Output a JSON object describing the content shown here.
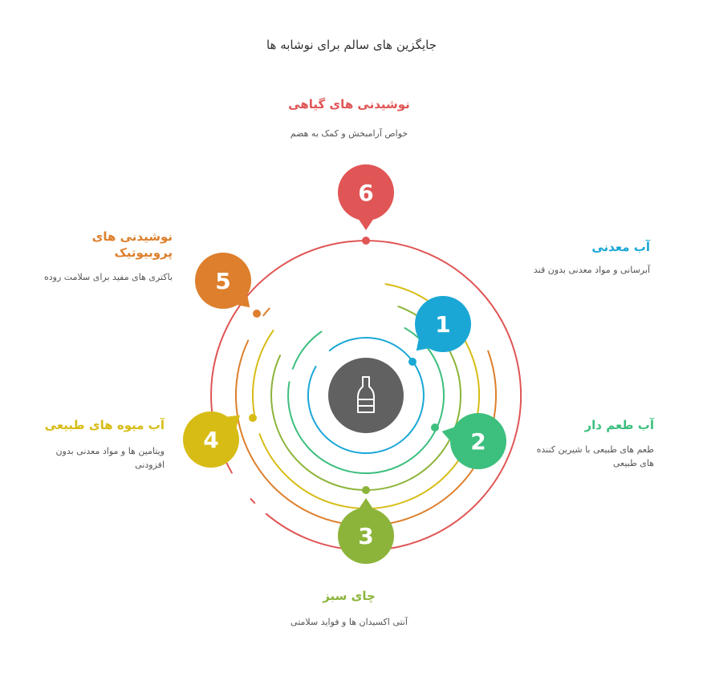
{
  "title": "جایگزین های سالم برای نوشابه ها",
  "center_icon": "bottle-icon",
  "items": [
    {
      "number": "1",
      "title": "آب معدنی",
      "desc": "آبرسانی و مواد معدنی بدون قند",
      "color": "#1aa7d6"
    },
    {
      "number": "2",
      "title": "آب طعم دار",
      "desc": "طعم های طبیعی با شیرین کننده های طبیعی",
      "color": "#3dbf7e"
    },
    {
      "number": "3",
      "title": "چای سبز",
      "desc": "آنتی اکسیدان ها و فواید سلامتی",
      "color": "#8cb43a"
    },
    {
      "number": "4",
      "title": "آب میوه های طبیعی",
      "desc": "ویتامین ها و مواد معدنی بدون افزودنی",
      "color": "#d7bc16"
    },
    {
      "number": "5",
      "title": "نوشیدنی های پروبیوتیک",
      "desc": "باکتری های مفید برای سلامت روده",
      "color": "#dd7f2c"
    },
    {
      "number": "6",
      "title": "نوشیدنی های گیاهی",
      "desc": "خواص آرامبخش و کمک به هضم",
      "color": "#e05555"
    }
  ]
}
